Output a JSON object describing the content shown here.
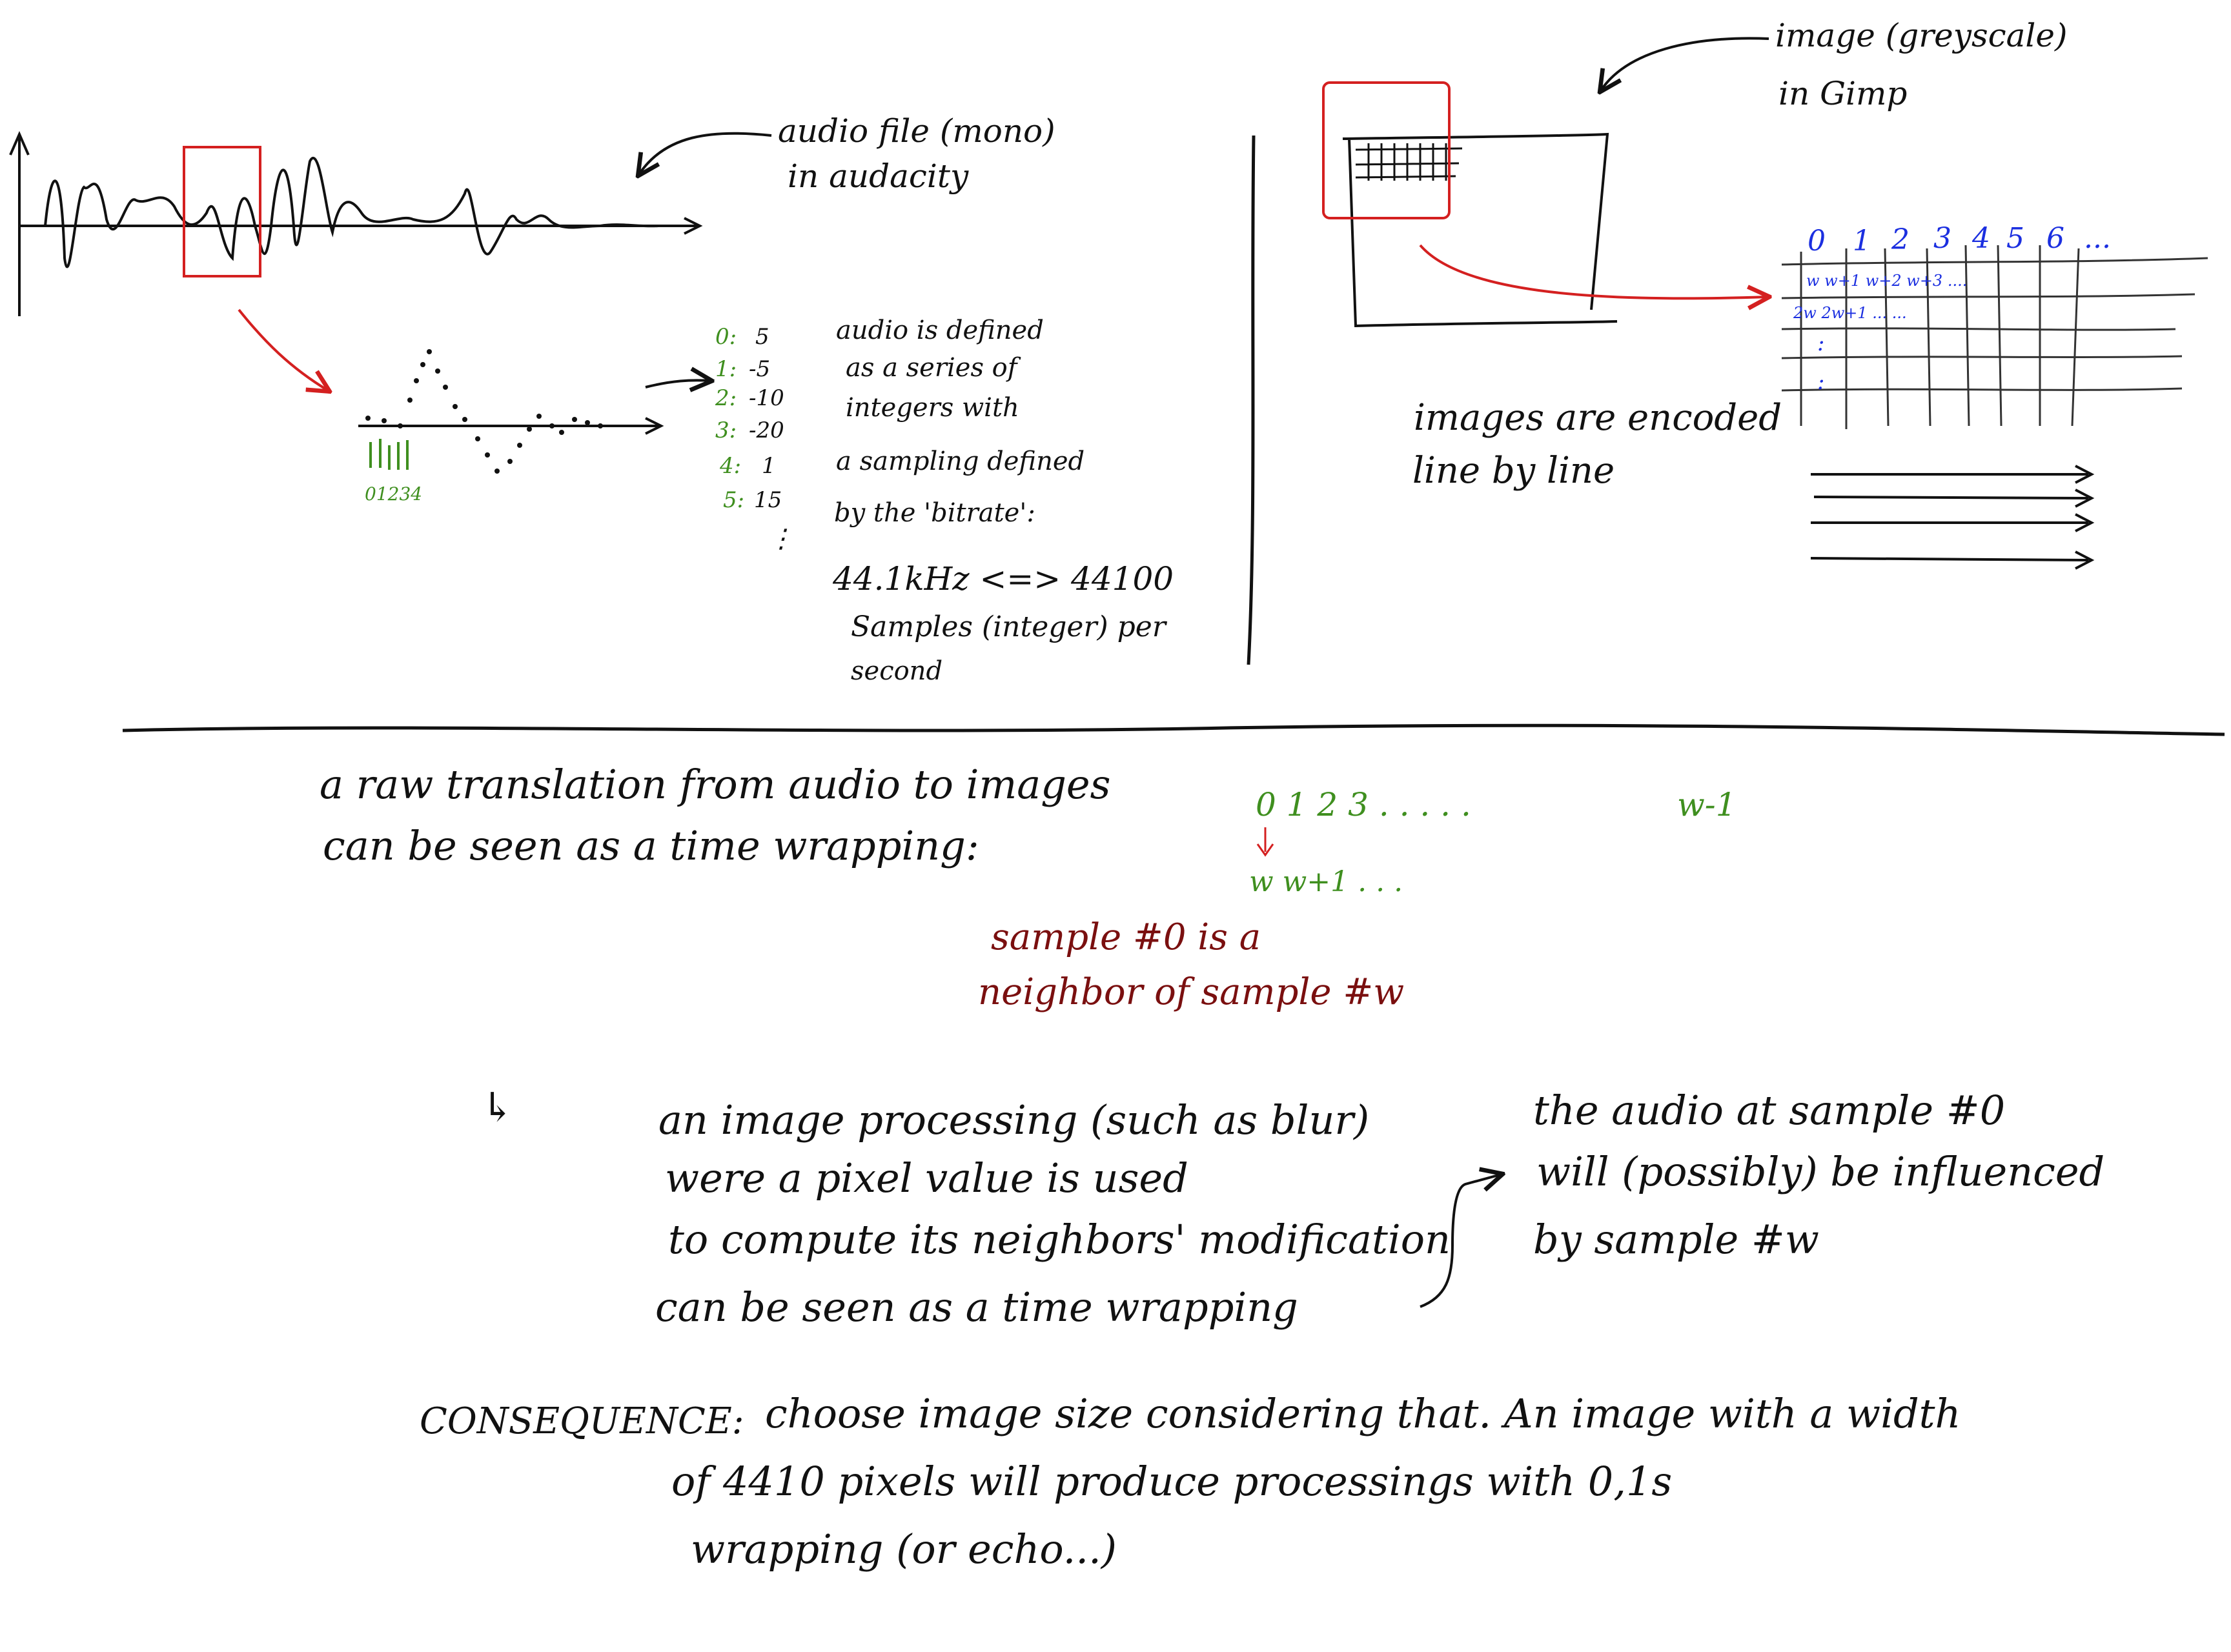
{
  "audio_panel": {
    "label_line1": "audio file (mono)",
    "label_line2": "in audacity",
    "sample_axis_ticks": "01234",
    "samples": [
      {
        "index": "0:",
        "value": "5"
      },
      {
        "index": "1:",
        "value": "-5"
      },
      {
        "index": "2:",
        "value": "-10"
      },
      {
        "index": "3:",
        "value": "-20"
      },
      {
        "index": "4:",
        "value": "1"
      },
      {
        "index": "5:",
        "value": "15"
      }
    ],
    "samples_ellipsis": "⋮",
    "definition_lines": [
      "audio is defined",
      "as a series of",
      "integers with",
      "a sampling defined",
      "by the 'bitrate':",
      "44.1kHz <=> 44100",
      "Samples (integer) per",
      "second"
    ]
  },
  "image_panel": {
    "label_line1": "image (greyscale)",
    "label_line2": "in Gimp",
    "grid_header": [
      "0",
      "1",
      "2",
      "3",
      "4",
      "5",
      "6",
      "..."
    ],
    "grid_row1": "w w+1 w+2 w+3 ....",
    "grid_row2": "2w 2w+1 ... ...",
    "grid_dots": [
      ":",
      ":"
    ],
    "encoding_line1": "images are encoded",
    "encoding_line2": "line by line"
  },
  "bottom": {
    "intro_line1": "a raw translation from audio to images",
    "intro_line2": "can be seen as a time wrapping:",
    "seq_line1_start": "0 1 2 3 . . . . .",
    "seq_line1_end": "w-1",
    "seq_line2": "w w+1 . . .",
    "neighbor_line1": "sample #0 is a",
    "neighbor_line2": "neighbor of sample #w",
    "arrow_glyph": "↳",
    "processing_lines": [
      "an image processing (such as blur)",
      "were a pixel value is used",
      "to compute its neighbors' modification",
      "can be seen as a time wrapping"
    ],
    "result_lines": [
      "the audio at sample #0",
      "will (possibly) be influenced",
      "by sample #w"
    ],
    "consequence_label": "CONSEQUENCE:",
    "consequence_line1": "choose image size considering that. An image with a width",
    "consequence_line2": "of 4410 pixels will produce processings with 0,1s",
    "consequence_line3": "wrapping (or echo...)"
  },
  "colors": {
    "ink": "#111111",
    "red_ink": "#d42020",
    "green_ink": "#3f8f1f",
    "blue_ink": "#1b2fe0",
    "darkred_ink": "#7a0f0f"
  }
}
